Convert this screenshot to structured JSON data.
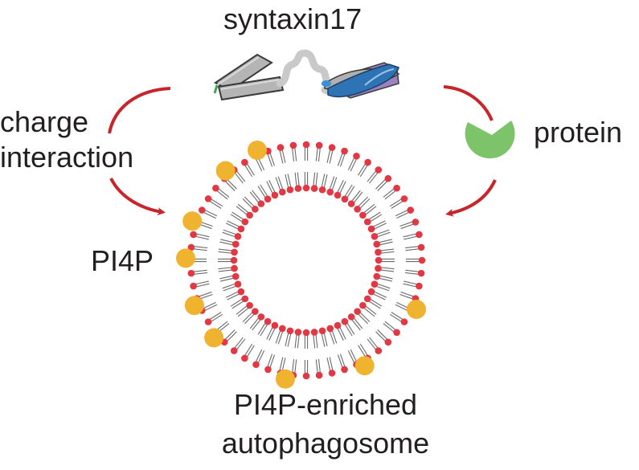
{
  "labels": {
    "syntaxin": "syntaxin17",
    "charge": "charge interaction",
    "protein": "protein",
    "pi4p": "PI4P",
    "autophagosome": "PI4P-enriched autophagosome"
  },
  "colors": {
    "arrow": "#c8252b",
    "lipid_head": "#e23844",
    "lipid_tail": "#6b6b6b",
    "pi4p_head": "#f0b32f",
    "protein": "#7cc36a",
    "helix_gray": "#a9a9a9",
    "helix_blue": "#2e74b5",
    "helix_purple": "#8e6fb0",
    "text": "#231f20"
  },
  "icons": {
    "protein": "pacman-shape-icon",
    "syntaxin": "helix-structure-icon",
    "membrane": "lipid-bilayer-icon"
  }
}
